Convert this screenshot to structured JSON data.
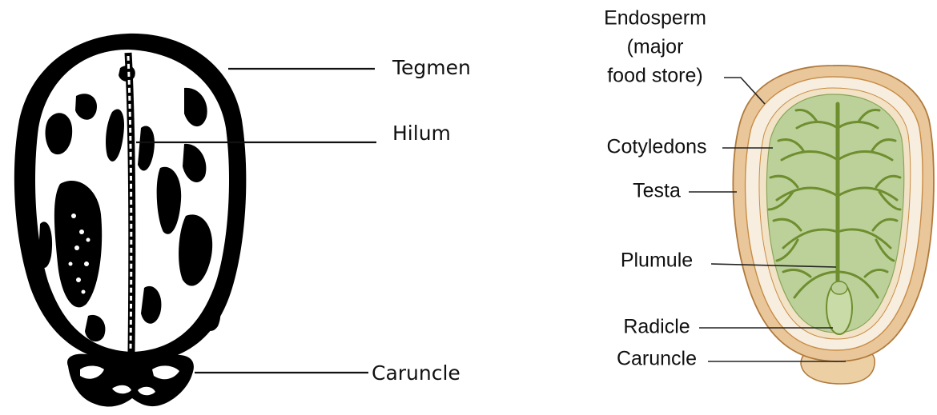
{
  "left_diagram": {
    "labels": {
      "tegmen": "Tegmen",
      "hilum": "Hilum",
      "caruncle": "Caruncle"
    },
    "colors": {
      "ink": "#000000",
      "paper": "#ffffff"
    }
  },
  "right_diagram": {
    "labels": {
      "endosperm_line1": "Endosperm",
      "endosperm_line2": "(major",
      "endosperm_line3": "food store)",
      "cotyledons": "Cotyledons",
      "testa": "Testa",
      "plumule": "Plumule",
      "radicle": "Radicle",
      "caruncle": "Caruncle"
    },
    "colors": {
      "testa": "#e9c79a",
      "testa_outline": "#b07a3c",
      "endosperm": "#f7eee0",
      "cotyledon": "#bcd19a",
      "veins": "#6f8e2f",
      "radicle": "#c9dba6",
      "caruncle": "#edcfa4"
    }
  }
}
